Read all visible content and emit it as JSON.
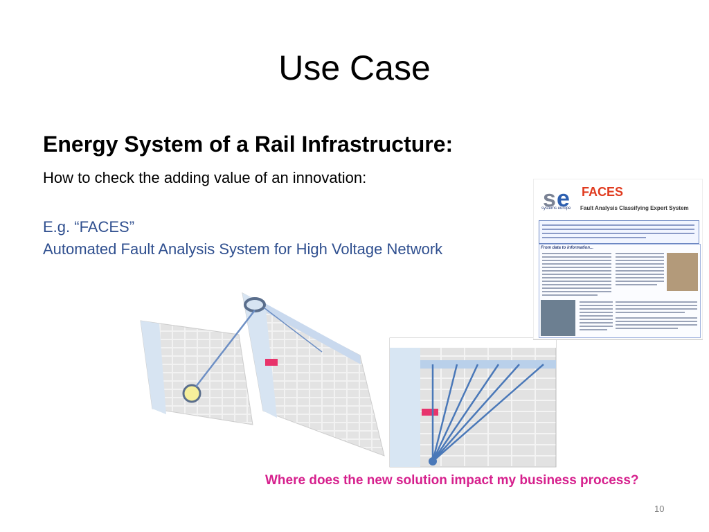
{
  "slide": {
    "title": "Use Case",
    "subtitle": "Energy System of a Rail Infrastructure:",
    "lines": [
      "How to check the adding value of an innovation:",
      "E.g. “FACES”",
      "Automated Fault Analysis System for High Voltage Network"
    ],
    "question": "Where does the new solution impact my business process?",
    "page_number": "10"
  },
  "flyer": {
    "logo_letters": "se",
    "logo_caption": "systems europe",
    "product": "FACES",
    "product_subtitle": "Fault Analysis Classifying Expert System",
    "section_heading": "From data to information..."
  },
  "colors": {
    "accent_blue": "#2f4f8f",
    "question_pink": "#d6208d",
    "faces_red": "#e03a1e"
  }
}
